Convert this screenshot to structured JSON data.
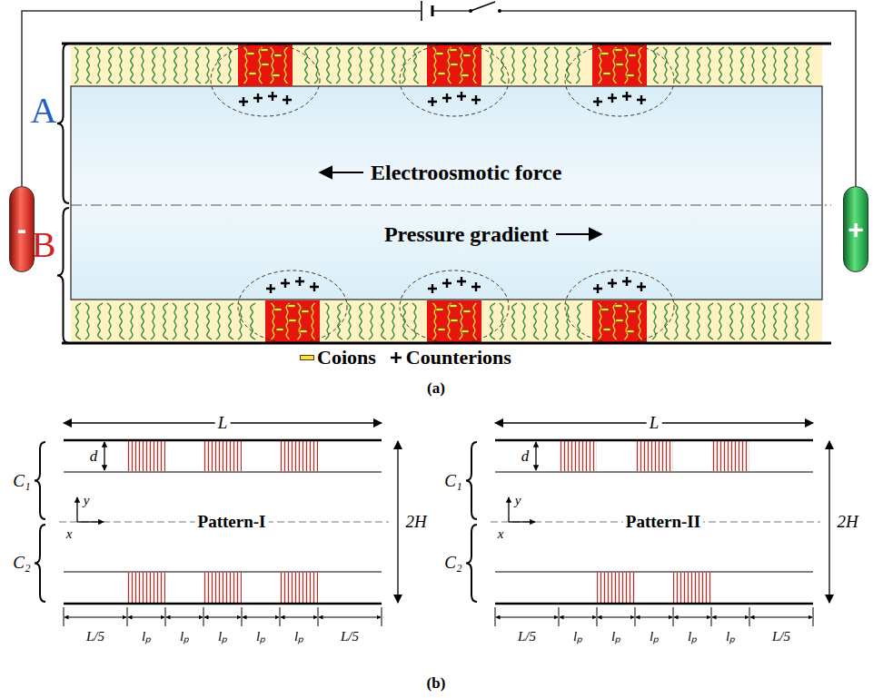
{
  "diagram": {
    "nodes": [
      {
        "text": [
          "-"
        ]
      },
      {
        "text": [
          "+"
        ]
      }
    ],
    "edges": [
      {
        "from": 0,
        "to": 1,
        "arrow": "none"
      }
    ],
    "labels": [
      "A",
      "B",
      "Electroosmotic force",
      "Pressure gradient",
      "(a)",
      "L",
      "d",
      "C₁",
      "y",
      "x",
      "Pattern-I",
      "C₂",
      "2H",
      "L/5",
      "lₚ",
      "lₚ",
      "lₚ",
      "lₚ",
      "lₚ",
      "L/5",
      "L",
      "d",
      "C₁",
      "y",
      "x",
      "Pattern-II",
      "C₂",
      "2H",
      "L/5",
      "lₚ",
      "lₚ",
      "lₚ",
      "lₚ",
      "lₚ",
      "L/5",
      "(b)"
    ],
    "legend": [
      {
        "text": "Coions",
        "color": "#f7e13c"
      },
      {
        "text": "Counterions"
      }
    ]
  }
}
